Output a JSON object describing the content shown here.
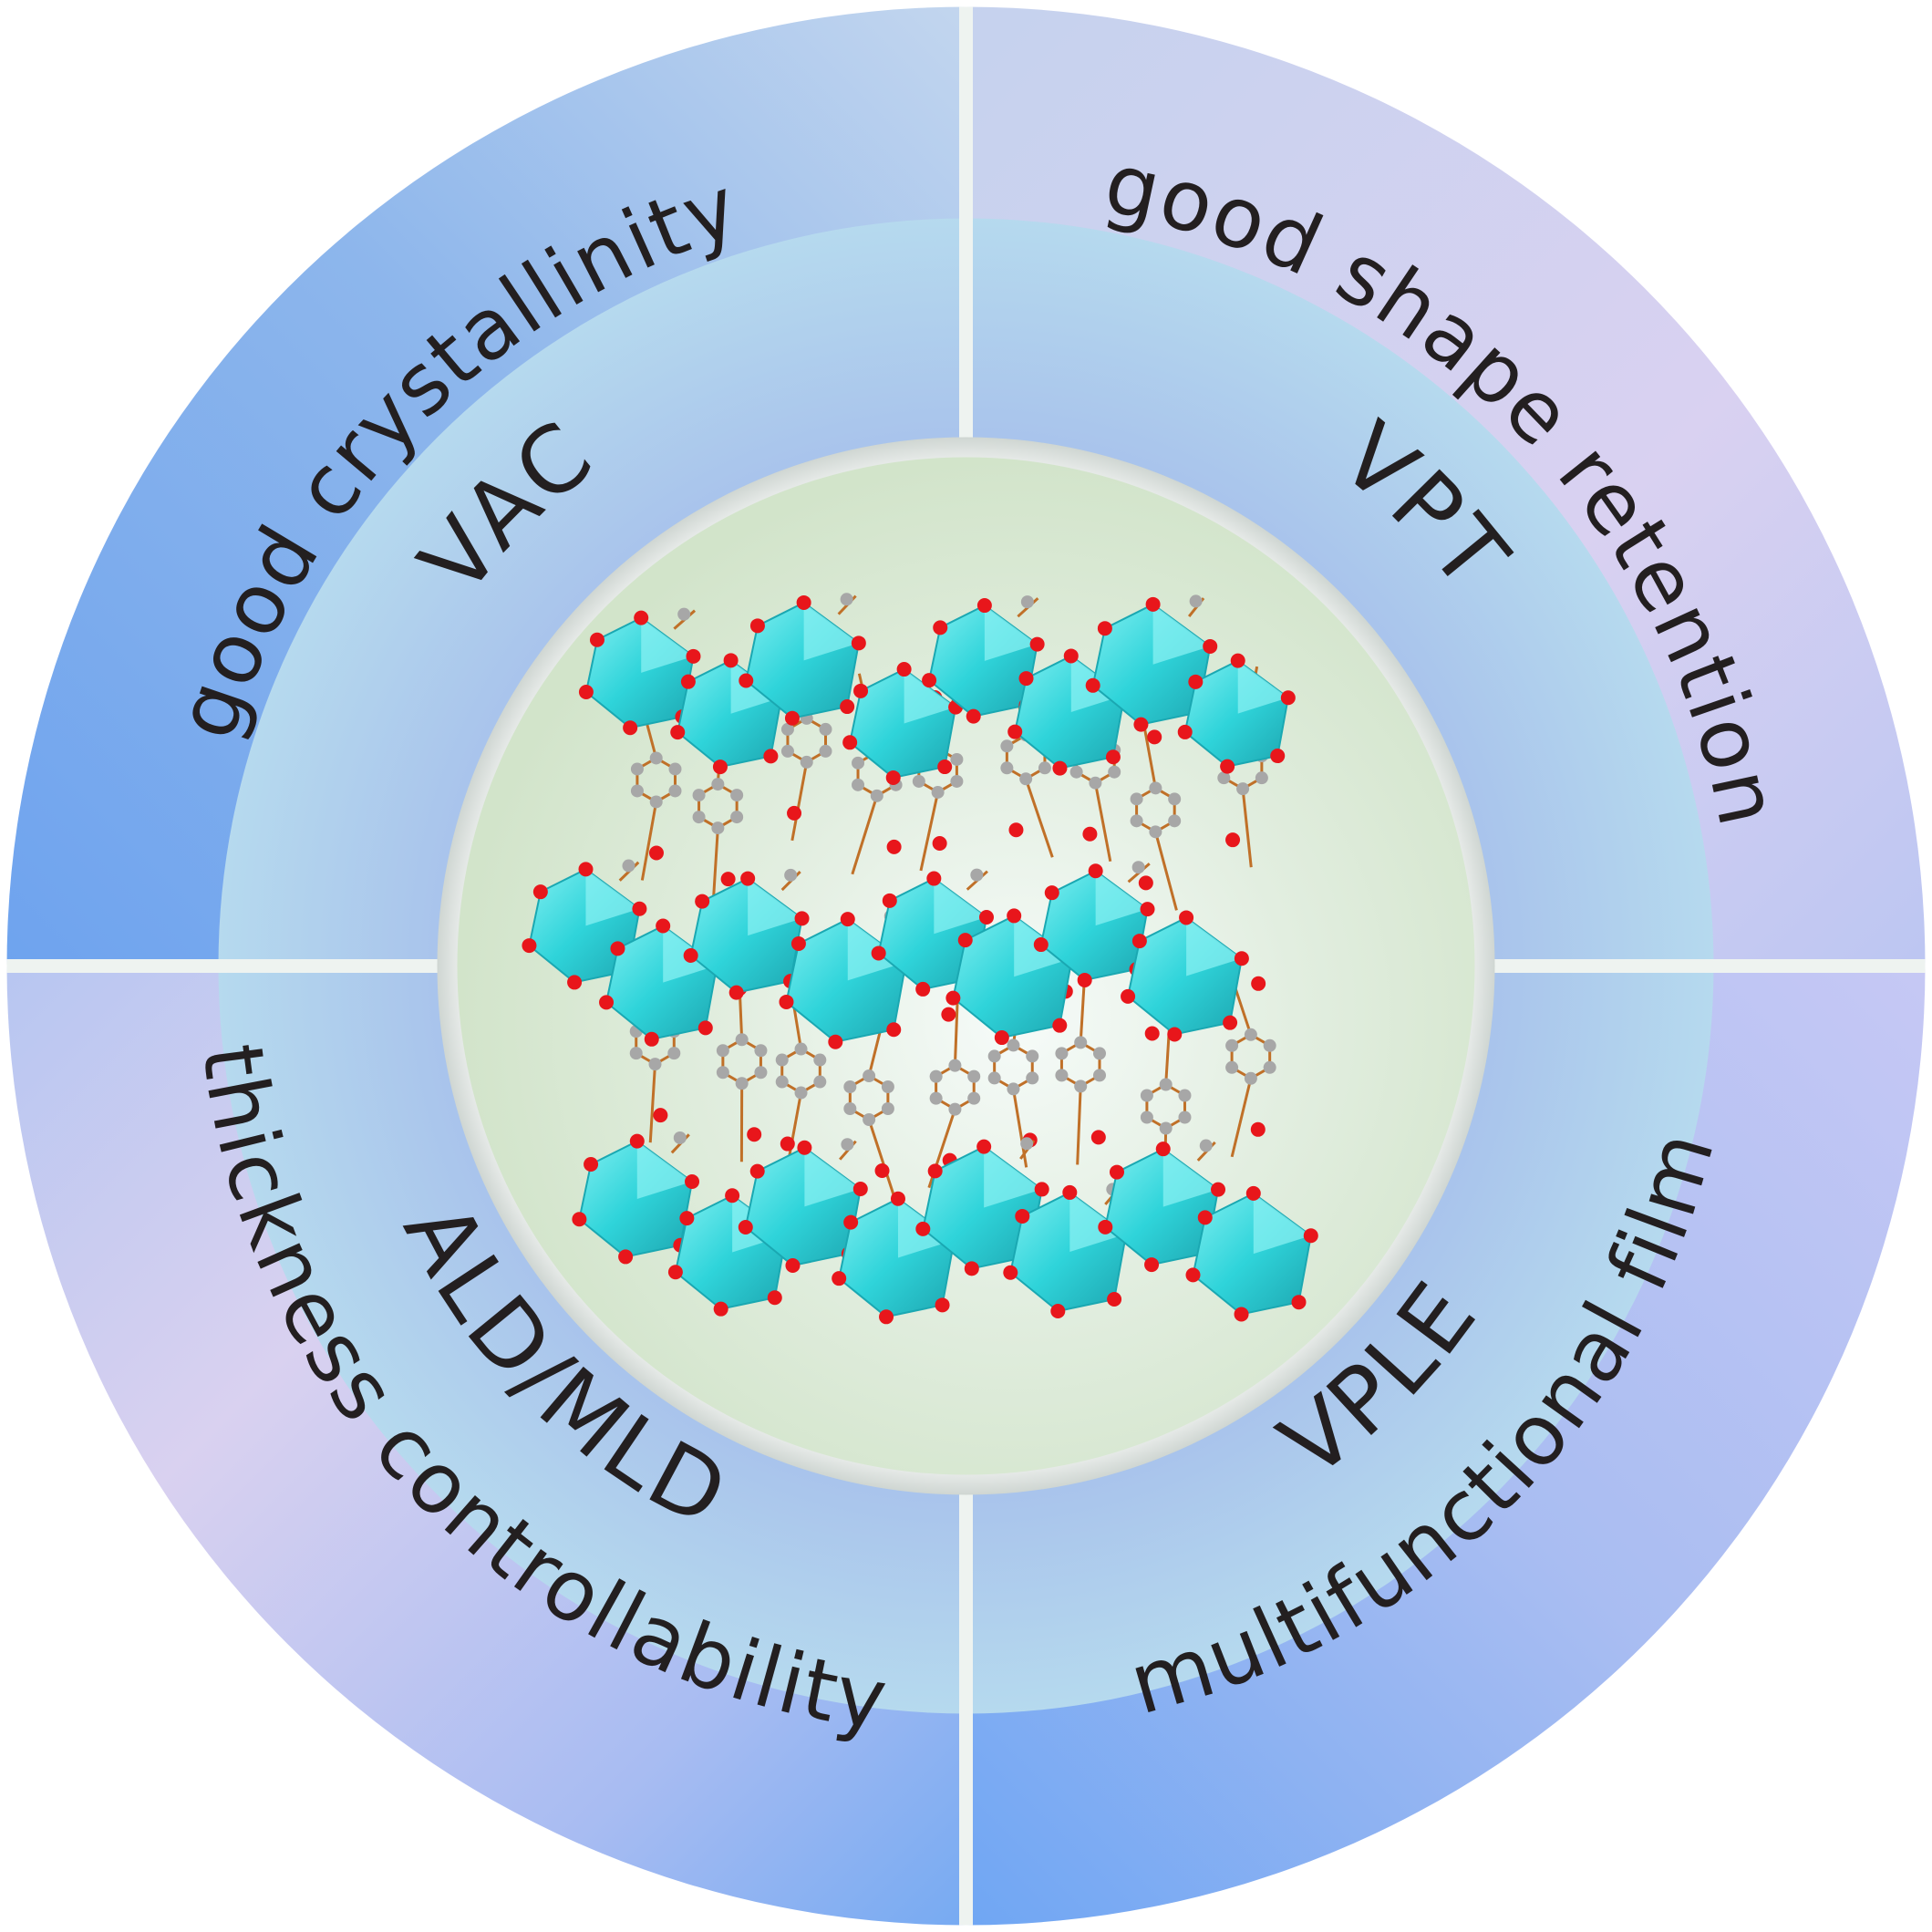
{
  "diagram": {
    "center_image": "layered crystal framework with cyan polyhedra and ball-and-stick linkers",
    "colors": {
      "outer_ring_blue": "#74a8ee",
      "outer_ring_lavender": "#d8d0f0",
      "inner_ring_cyan": "#c8f2f2",
      "inner_ring_blue": "#a6c4ec",
      "center_green": "#d7e6cf",
      "polyhedra": "#35d6dc",
      "oxygen_atoms": "#e8161b",
      "carbon_atoms": "#a7a7a7",
      "bonds": "#c07028",
      "divider": "#eef3f0"
    },
    "quadrants": [
      {
        "id": "top-left",
        "outer_text": "good crystallinity",
        "inner_text": "VAC"
      },
      {
        "id": "top-right",
        "outer_text": "good shape retention",
        "inner_text": "VPT"
      },
      {
        "id": "bottom-right",
        "outer_text": "multifunctional film",
        "inner_text": "VPLE"
      },
      {
        "id": "bottom-left",
        "outer_text": "thickness controllability",
        "inner_text": "ALD/MLD"
      }
    ]
  }
}
